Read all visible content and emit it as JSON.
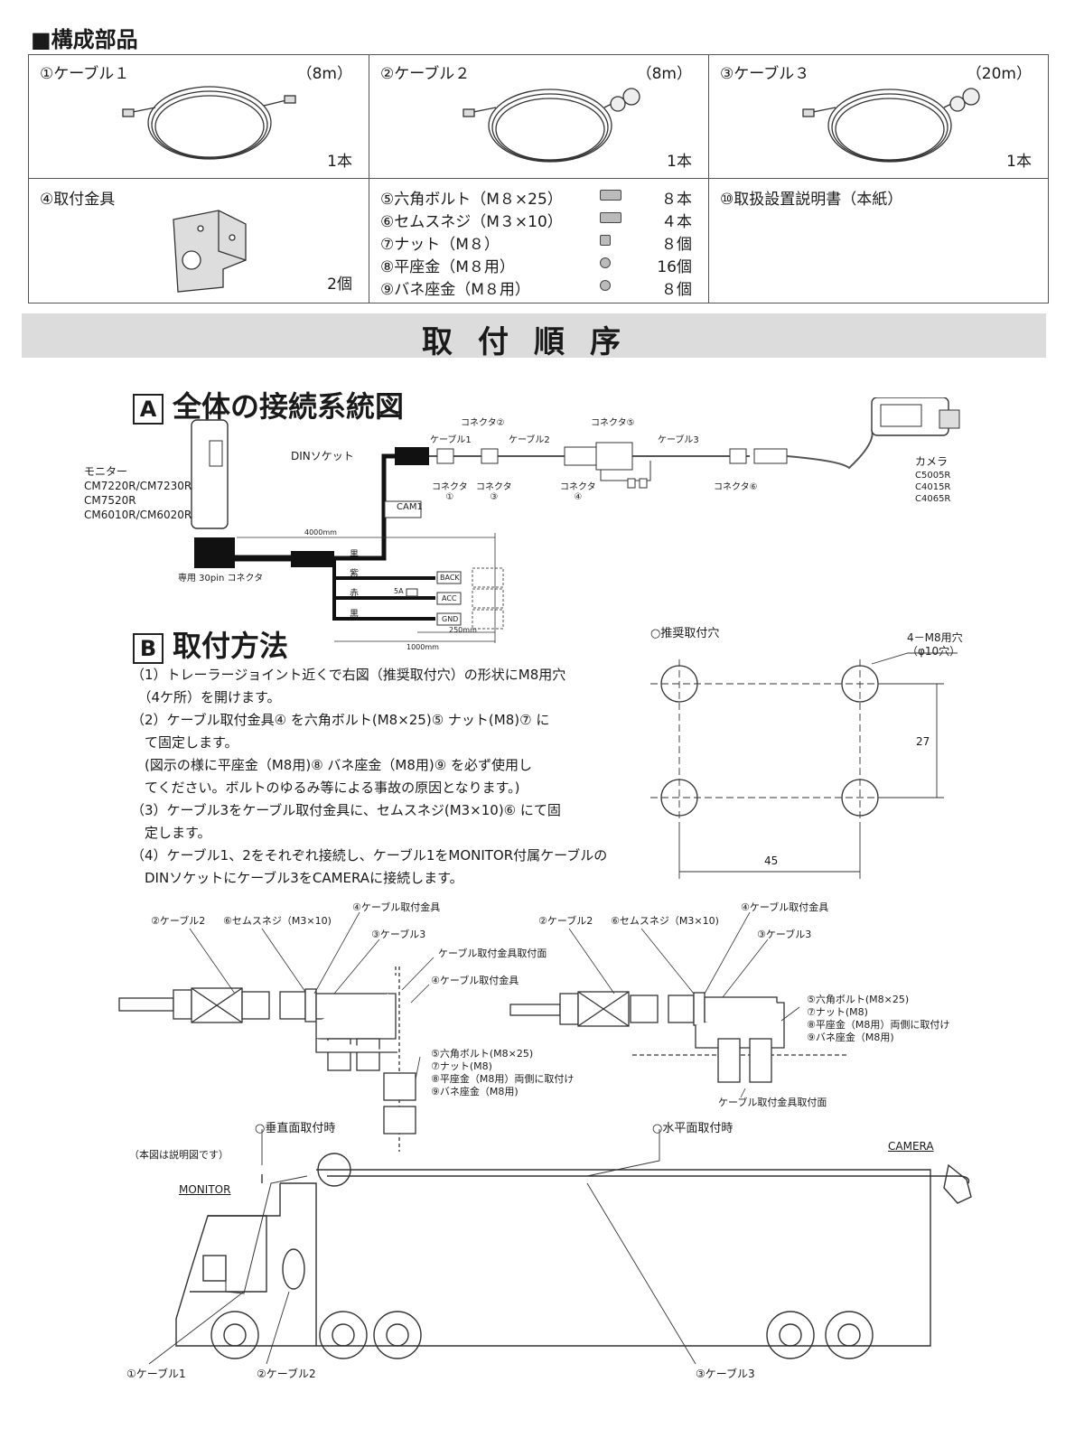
{
  "parts": {
    "title": "■構成部品",
    "cable1": {
      "name": "①ケーブル１",
      "length": "（8m）",
      "qty": "1本"
    },
    "cable2": {
      "name": "②ケーブル２",
      "length": "（8m）",
      "qty": "1本"
    },
    "cable3": {
      "name": "③ケーブル３",
      "length": "（20m）",
      "qty": "1本"
    },
    "bracket": {
      "name": "④取付金具",
      "qty": "2個"
    },
    "hardware": [
      {
        "name": "⑤六角ボルト（M８×25）",
        "qty": "８本",
        "icon": "bolt-icon"
      },
      {
        "name": "⑥セムスネジ（M３×10）",
        "qty": "４本",
        "icon": "screw-icon"
      },
      {
        "name": "⑦ナット（M８）",
        "qty": "８個",
        "icon": "nut-icon"
      },
      {
        "name": "⑧平座金（M８用）",
        "qty": "16個",
        "icon": "washer-icon"
      },
      {
        "name": "⑨バネ座金（M８用）",
        "qty": "８個",
        "icon": "spring-washer-icon"
      }
    ],
    "manual": "⑩取扱設置説明書（本紙）"
  },
  "procedure": {
    "title": "取付順序"
  },
  "sectionA": {
    "letter": "A",
    "title": "全体の接続系統図",
    "monitor_label": "モニター",
    "monitor_models": [
      "CM7220R/CM7230R",
      "CM7520R",
      "CM6010R/CM6020R"
    ],
    "din_socket": "DINソケット",
    "connector_30pin": "専用 30pin コネクタ",
    "cam1": "CAM1",
    "cable1": "ケーブル1",
    "cable2": "ケーブル2",
    "cable3": "ケーブル3",
    "conn1": "コネクタ\n①",
    "conn2": "コネクタ②",
    "conn3": "コネクタ\n③",
    "conn4": "コネクタ\n④",
    "conn5": "コネクタ⑤",
    "conn6": "コネクタ⑥",
    "camera_label": "カメラ",
    "camera_models": [
      "C5005R",
      "C4015R",
      "C4065R"
    ],
    "wire_black": "黒",
    "wire_purple": "紫",
    "wire_red": "赤",
    "wire_black2": "黒",
    "back": "BACK",
    "acc": "ACC",
    "gnd": "GND",
    "fuse": "5A",
    "dim_4000": "4000mm",
    "dim_250": "250mm",
    "dim_1000": "1000mm"
  },
  "sectionB": {
    "letter": "B",
    "title": "取付方法",
    "steps": [
      "（1）トレーラージョイント近くで右図（推奨取付穴）の形状にM8用穴",
      "　（4ケ所）を開けます。",
      "（2）ケーブル取付金具④ を六角ボルト(M8×25)⑤ ナット(M8)⑦ に",
      "　て固定します。",
      "　(図示の様に平座金（M8用)⑧ バネ座金（M8用)⑨ を必ず使用し",
      "　てください。ボルトのゆるみ等による事故の原因となります。)",
      "（3）ケーブル3をケーブル取付金具に、セムスネジ(M3×10)⑥ にて固",
      "　定します。",
      "（4）ケーブル1、2をそれぞれ接続し、ケーブル1をMONITOR付属ケーブルの",
      "　DINソケットにケーブル3をCAMERAに接続します。"
    ],
    "holes_title": "○推奨取付穴",
    "holes_spec": "4－M8用穴",
    "holes_dia": "（φ10穴）",
    "dim_27": "27",
    "dim_45": "45"
  },
  "detail": {
    "cable2": "②ケーブル2",
    "sems": "⑥セムスネジ（M3×10)",
    "bracket": "④ケーブル取付金具",
    "cable3": "③ケーブル3",
    "mount_surface": "ケーブル取付金具取付面",
    "bolt": "⑤六角ボルト(M8×25)",
    "nut": "⑦ナット(M8)",
    "flat_washer": "⑧平座金（M8用）両側に取付け",
    "spring_washer": "⑨バネ座金（M8用)",
    "bracket_surface": "ケーブル取付金具取付面"
  },
  "truck": {
    "vertical": "○垂直面取付時",
    "horizontal": "○水平面取付時",
    "note": "（本図は説明図です）",
    "monitor": "MONITOR",
    "camera": "CAMERA",
    "cable1": "①ケーブル1",
    "cable2": "②ケーブル2",
    "cable3": "③ケーブル3"
  }
}
